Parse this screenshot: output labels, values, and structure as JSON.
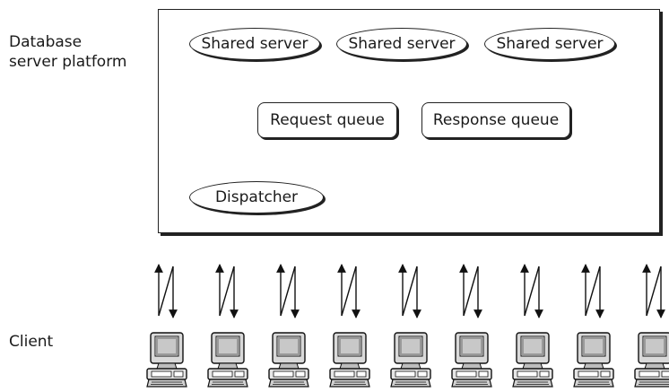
{
  "labels": {
    "platform": "Database server platform",
    "client": "Client"
  },
  "platform": {
    "shared_servers": [
      "Shared server",
      "Shared server",
      "Shared server"
    ],
    "request_queue": "Request queue",
    "response_queue": "Response queue",
    "dispatcher": "Dispatcher"
  },
  "clients": {
    "count": 9,
    "icon": "computer-terminal-icon",
    "link_icon": "bidirectional-arrow-icon"
  }
}
